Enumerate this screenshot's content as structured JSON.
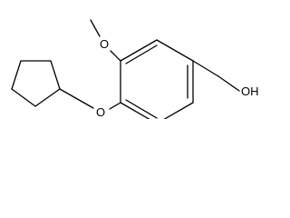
{
  "molecule": {
    "atom_labels": {
      "methoxy_oxygen": "O",
      "ether_oxygen": "O",
      "hydroxyl": "OH"
    },
    "line_color": "#000000",
    "background_color": "#ffffff"
  }
}
